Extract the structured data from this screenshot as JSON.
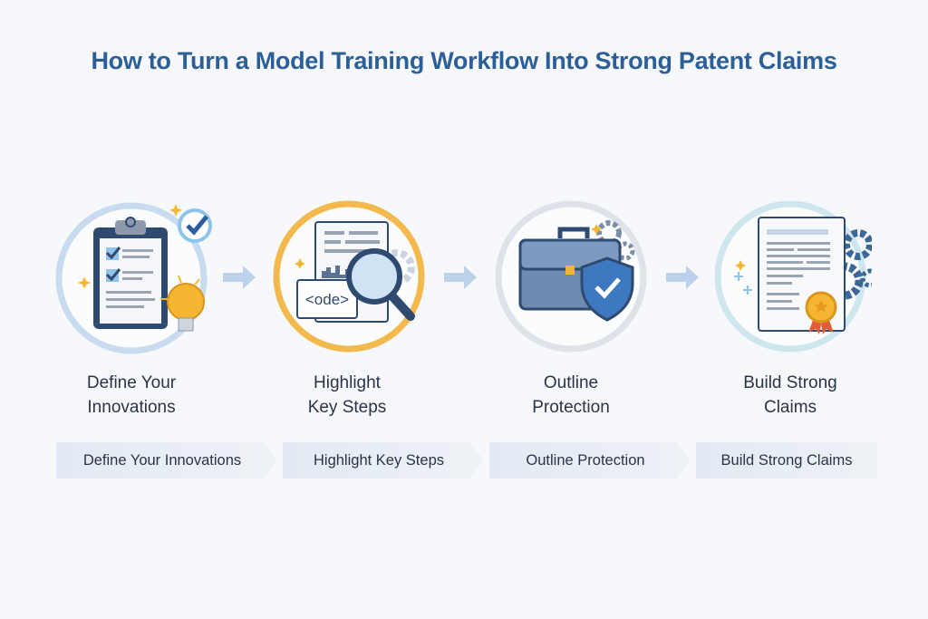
{
  "title": "How to Turn a Model Training Workflow Into Strong Patent Claims",
  "steps": [
    {
      "line1": "Define Your",
      "line2": "Innovations",
      "icon": "clipboard-checklist-lightbulb-icon",
      "ring_color": "#c9dbef"
    },
    {
      "line1": "Highlight",
      "line2": "Key Steps",
      "icon": "code-document-magnifier-icon",
      "ring_color": "#f3b94d",
      "code_label": "<ode>"
    },
    {
      "line1": "Outline",
      "line2": "Protection",
      "icon": "briefcase-shield-icon",
      "ring_color": "#dfe3e9"
    },
    {
      "line1": "Build Strong",
      "line2": "Claims",
      "icon": "certificate-document-gears-icon",
      "ring_color": "#cfe6ee"
    }
  ],
  "chevrons": [
    {
      "label": "Define Your Innovations"
    },
    {
      "label": "Highlight Key Steps"
    },
    {
      "label": "Outline Protection"
    },
    {
      "label": "Build Strong Claims"
    }
  ],
  "colors": {
    "title": "#2c5f98",
    "navy": "#2f4a70",
    "accent_blue": "#3d78c0",
    "gold": "#f5b731"
  }
}
